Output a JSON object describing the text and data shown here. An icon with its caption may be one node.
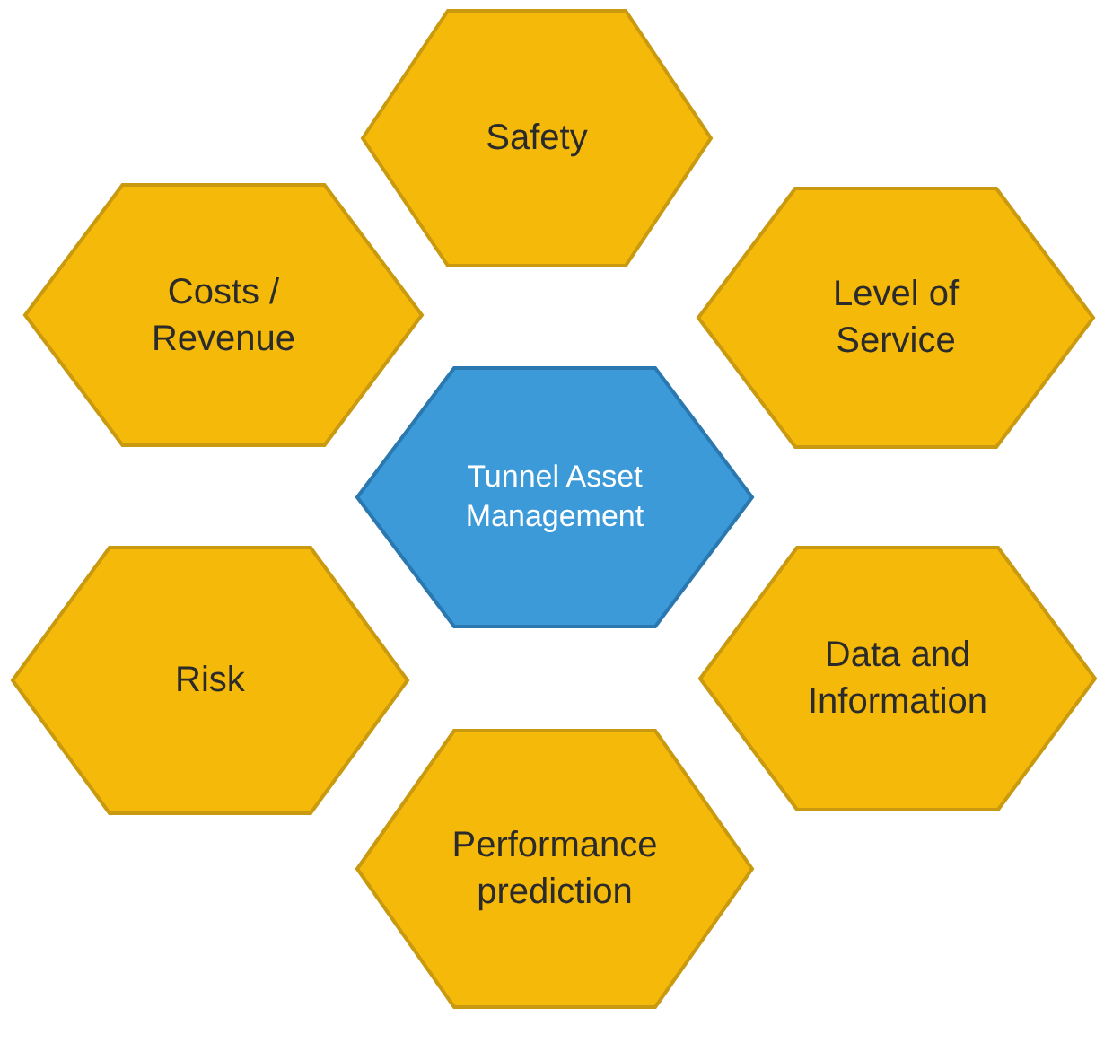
{
  "diagram": {
    "nodes": [
      {
        "text": [
          "Safety"
        ]
      },
      {
        "text": [
          "Costs / Revenue"
        ]
      },
      {
        "text": [
          "Level of Service"
        ]
      },
      {
        "text": [
          "Tunnel Asset Management"
        ]
      },
      {
        "text": [
          "Risk"
        ]
      },
      {
        "text": [
          "Data and Information"
        ]
      },
      {
        "text": [
          "Performance prediction"
        ]
      }
    ]
  }
}
